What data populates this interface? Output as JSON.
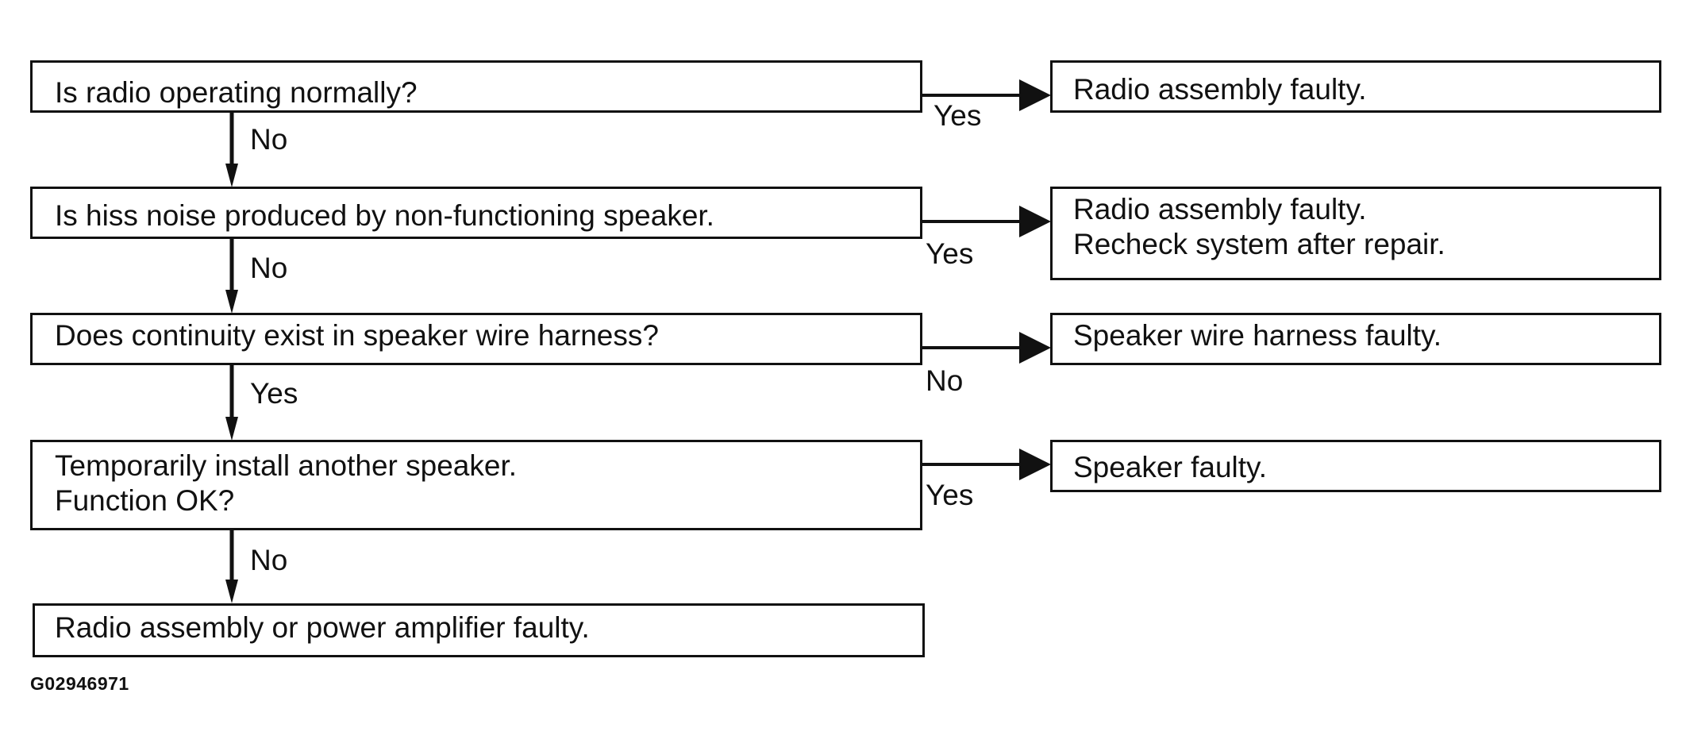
{
  "questions": [
    {
      "text": "Is radio operating normally?"
    },
    {
      "text": "Is hiss noise produced by non-functioning speaker."
    },
    {
      "text": "Does continuity exist in speaker wire harness?"
    },
    {
      "text": "Temporarily install another speaker.\nFunction OK?"
    }
  ],
  "final_box": {
    "text": "Radio assembly or power amplifier faulty."
  },
  "results": [
    {
      "text": "Radio assembly faulty."
    },
    {
      "text": "Radio assembly faulty.\nRecheck system after repair."
    },
    {
      "text": "Speaker wire harness faulty."
    },
    {
      "text": "Speaker faulty."
    }
  ],
  "right_labels": [
    "Yes",
    "Yes",
    "No",
    "Yes"
  ],
  "down_labels": [
    "No",
    "No",
    "Yes",
    "No"
  ],
  "figure_code": "G02946971"
}
